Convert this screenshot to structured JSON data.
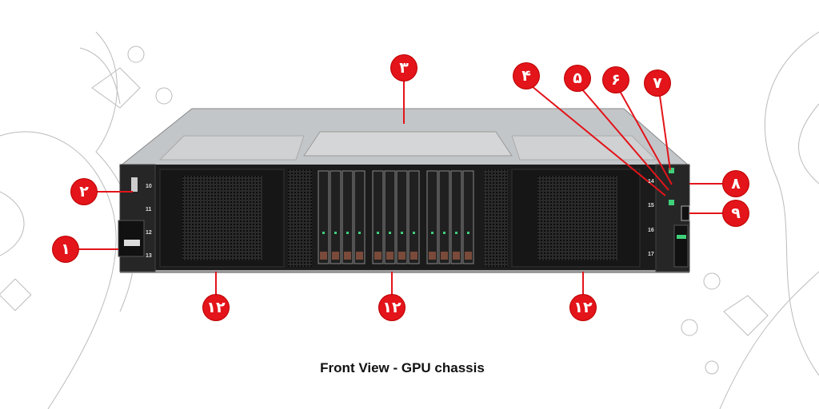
{
  "caption": "Front View - GPU chassis",
  "callouts": [
    "۱",
    "۲",
    "۳",
    "۴",
    "۵",
    "۶",
    "۷",
    "۸",
    "۹",
    "۱۲",
    "۱۲",
    "۱۲"
  ],
  "bays": [
    "10",
    "11",
    "12",
    "13",
    "14",
    "15",
    "16",
    "17"
  ],
  "colors": {
    "callout": "#e3141a",
    "chassis_front": "#1b1b1b",
    "chassis_top": "#b9bcbf",
    "led": "#3fd07a"
  }
}
